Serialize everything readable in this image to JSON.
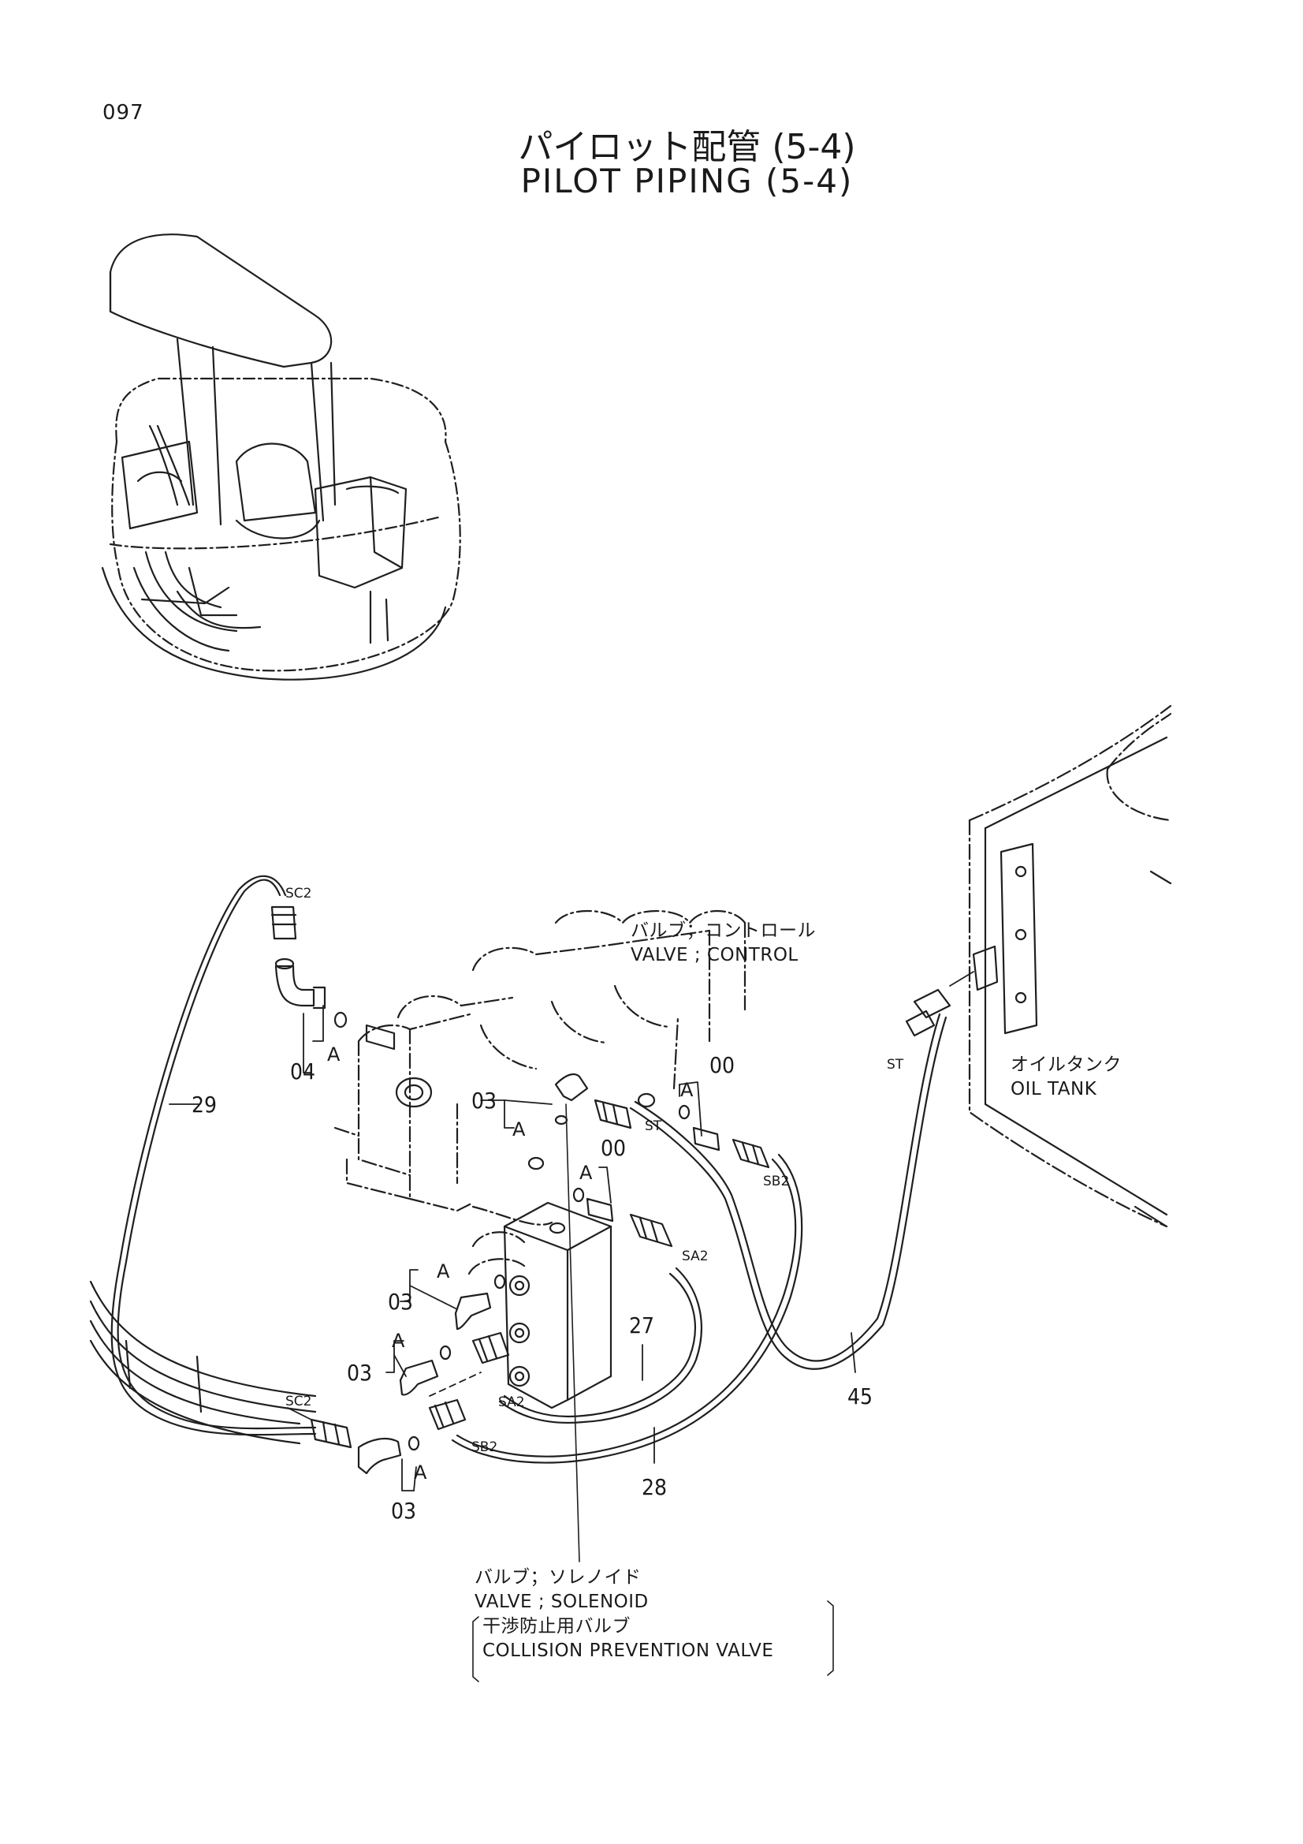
{
  "page": {
    "number": "097",
    "title_jp": "パイロット配管 (5-4)",
    "title_en": "PILOT PIPING (5-4)"
  },
  "components": {
    "control_valve": {
      "jp": "バルブ；コントロール",
      "en": "VALVE ; CONTROL"
    },
    "oil_tank": {
      "jp": "オイルタンク",
      "en": "OIL TANK"
    },
    "solenoid_valve": {
      "jp": "バルブ；ソレノイド",
      "en": "VALVE ; SOLENOID",
      "sub_jp": "干渉防止用バルブ",
      "sub_en": "COLLISION PREVENTION VALVE"
    }
  },
  "part_numbers": {
    "p00_upper": "00",
    "p00_lower": "00",
    "p03_a": "03",
    "p03_b": "03",
    "p03_c": "03",
    "p03_d": "03",
    "p04": "04",
    "p27": "27",
    "p28": "28",
    "p29": "29",
    "p45": "45"
  },
  "ports": {
    "sc2_top": "SC2",
    "sc2_bottom": "SC2",
    "st_tank": "ST",
    "st_valve": "ST",
    "sb2_top": "SB2",
    "sb2_bottom": "SB2",
    "sa2_top": "SA2",
    "sa2_bottom": "SA2"
  },
  "marks": {
    "a1": "A",
    "a2": "A",
    "a3": "A",
    "a4": "A",
    "a5": "A",
    "a6": "A",
    "a7": "A"
  }
}
